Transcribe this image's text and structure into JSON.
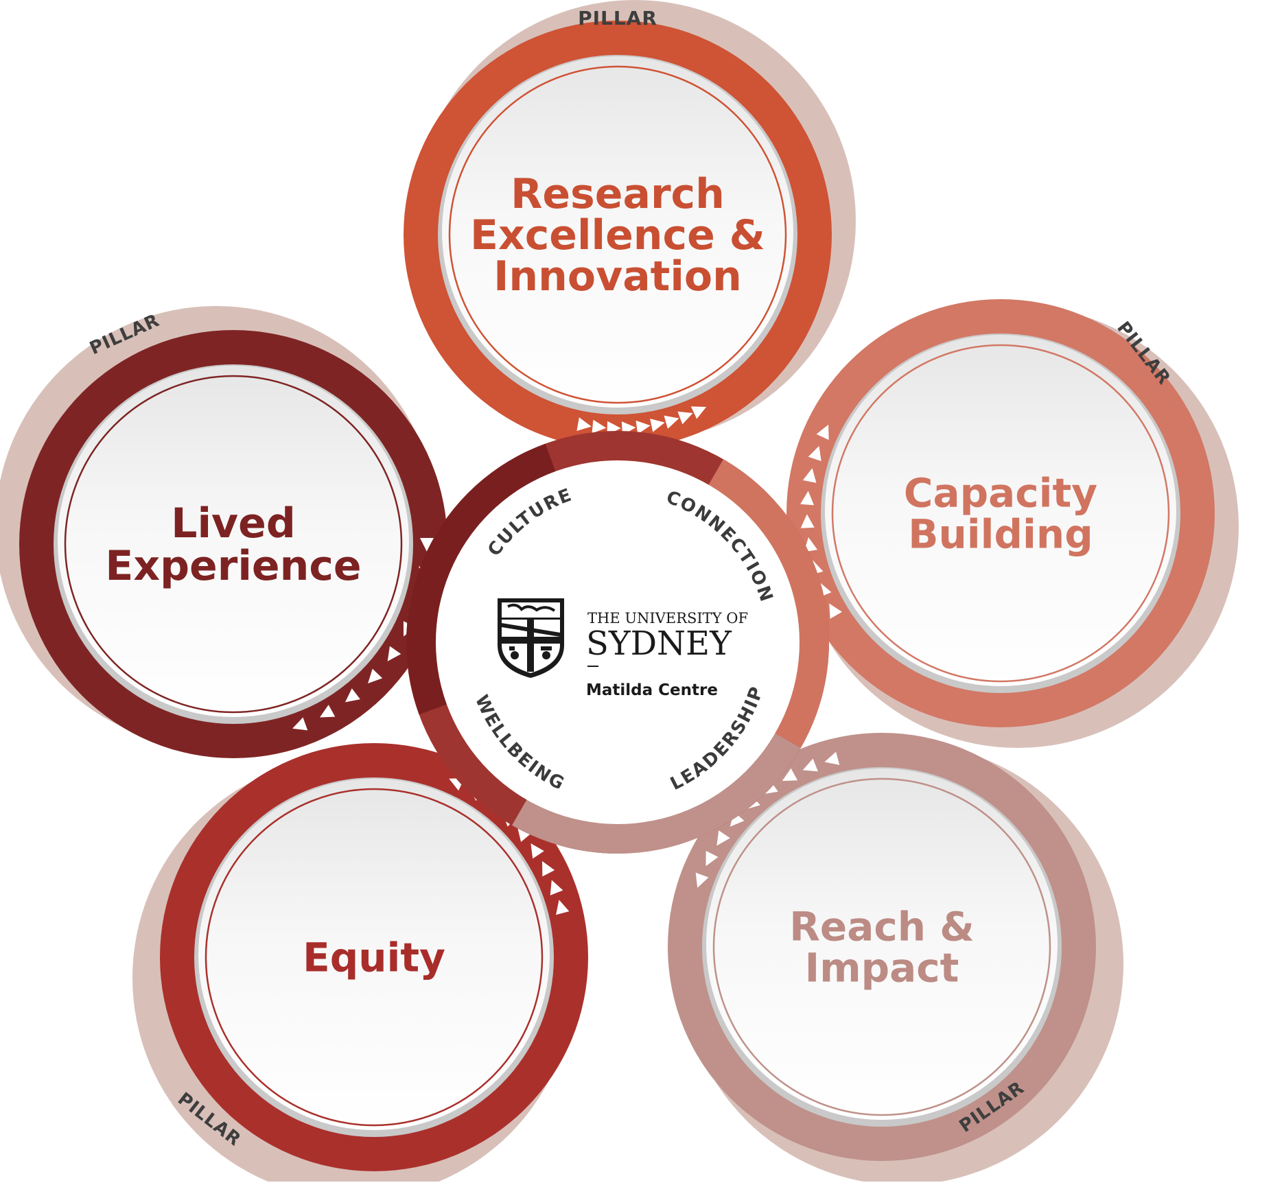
{
  "center": {
    "university_line1": "THE UNIVERSITY OF",
    "university_line2": "SYDNEY",
    "centre_name": "Matilda Centre",
    "values": [
      "CULTURE",
      "CONNECTION",
      "LEADERSHIP",
      "WELLBEING"
    ]
  },
  "pillars": [
    {
      "id": "research",
      "tag": "PILLAR",
      "lines": [
        "Research",
        "Excellence &",
        "Innovation"
      ],
      "color": "#cf5335",
      "text_color": "#c94f32"
    },
    {
      "id": "capacity",
      "tag": "PILLAR",
      "lines": [
        "Capacity",
        "Building"
      ],
      "color": "#d27865",
      "text_color": "#d07460"
    },
    {
      "id": "reach",
      "tag": "PILLAR",
      "lines": [
        "Reach &",
        "Impact"
      ],
      "color": "#bf918a",
      "text_color": "#bb8b84"
    },
    {
      "id": "equity",
      "tag": "PILLAR",
      "lines": [
        "Equity"
      ],
      "color": "#aa302c",
      "text_color": "#a82d2a"
    },
    {
      "id": "lived",
      "tag": "PILLAR",
      "lines": [
        "Lived",
        "Experience"
      ],
      "color": "#7f2424",
      "text_color": "#7d2222"
    }
  ],
  "colors": {
    "halo": "#d8c0b9",
    "disc_top": "#ececec",
    "disc_bottom": "#ffffff",
    "label_dark": "#3b3b3b"
  }
}
